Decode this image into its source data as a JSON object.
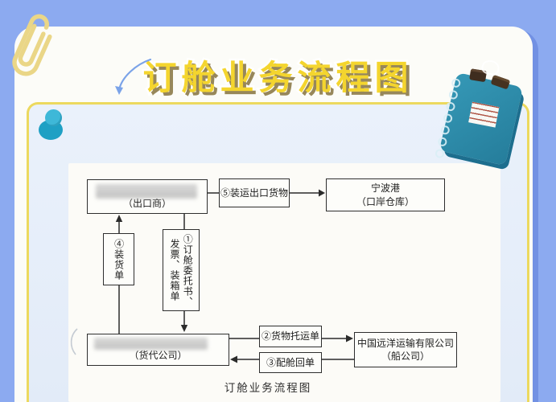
{
  "header": {
    "title": "订舱业务流程图"
  },
  "flowchart": {
    "caption": "订舱业务流程图",
    "nodes": {
      "exporter": {
        "label": "（出口商）",
        "name_redacted": true
      },
      "shipment": {
        "label": "⑤装运出口货物"
      },
      "port": {
        "line1": "宁波港",
        "line2": "（口岸仓库）"
      },
      "loading_list": {
        "label": "④装货单"
      },
      "booking_docs": {
        "label": "①订舱委托书、发票、装箱单"
      },
      "forwarder": {
        "label": "（货代公司）",
        "name_redacted": true
      },
      "consignment": {
        "label": "②货物托运单"
      },
      "receipt": {
        "label": "③配舱回单"
      },
      "carrier": {
        "line1": "中国远洋运输有限公司",
        "line2": "（船公司）"
      }
    }
  },
  "icons": {
    "paperclip": "paperclip-icon",
    "notebook": "notebook-icon",
    "pushpin": "pushpin-icon",
    "swoosh": "curved-arrow-icon"
  },
  "colors": {
    "background": "#8caaf0",
    "card": "#fcfcf8",
    "inner_card": "#e6eefa",
    "accent_yellow": "#ecd95e",
    "title_fill": "#f4d52e",
    "title_shadow": "#97875a",
    "notebook_teal": "#2d8fae",
    "pushpin_teal": "#2aaccf",
    "flow_line": "#2b2b2b"
  }
}
